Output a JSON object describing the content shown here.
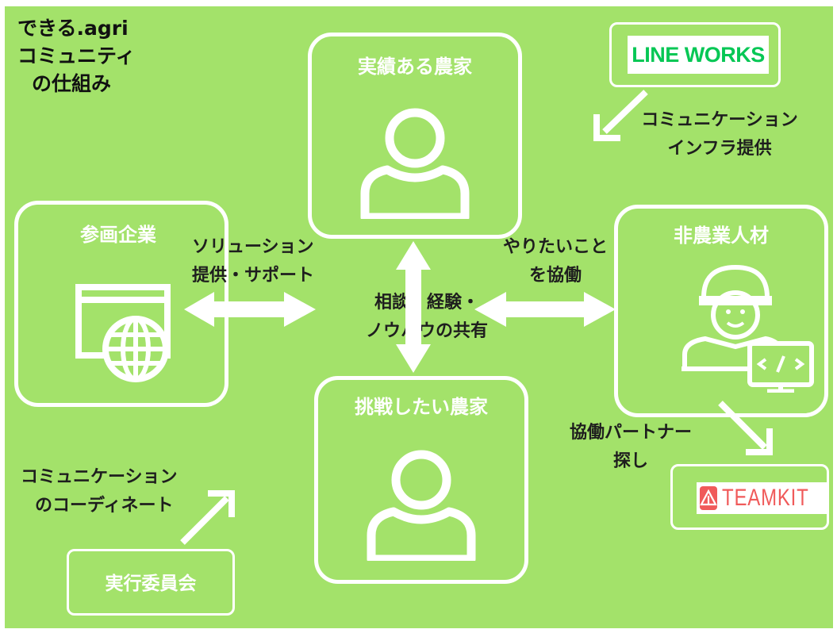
{
  "title": {
    "line1": "できる.agri",
    "line2": "コミュニティ",
    "line3": "の仕組み"
  },
  "nodes": {
    "proven_farmers": "実績ある農家",
    "challenging_farmers": "挑戦したい農家",
    "participating_companies": "参画企業",
    "non_agri_talent": "非農業人材",
    "executive_committee": "実行委員会"
  },
  "logos": {
    "line_works": "LINE WORKS",
    "teamkit": "TEAMKIT"
  },
  "edge_labels": {
    "solutions": [
      "ソリューション",
      "提供・サポート"
    ],
    "center": [
      "相談、経験・",
      "ノウハウの共有"
    ],
    "want_to_do": [
      "やりたいこと",
      "を協働"
    ],
    "communication_infra": [
      "コミュニケーション",
      "インフラ提供"
    ],
    "partner_search": [
      "協働パートナー",
      "探し"
    ],
    "coordination": [
      "コミュニケーション",
      "のコーディネート"
    ]
  },
  "colors": {
    "background": "#a3e26a",
    "stroke": "#ffffff",
    "text": "#1e1e1e",
    "line_works": "#06c755",
    "teamkit": "#f05a5a"
  },
  "icons": [
    "person-icon",
    "person-icon",
    "browser-globe-icon",
    "engineer-code-icon",
    "teamkit-logo-icon"
  ]
}
